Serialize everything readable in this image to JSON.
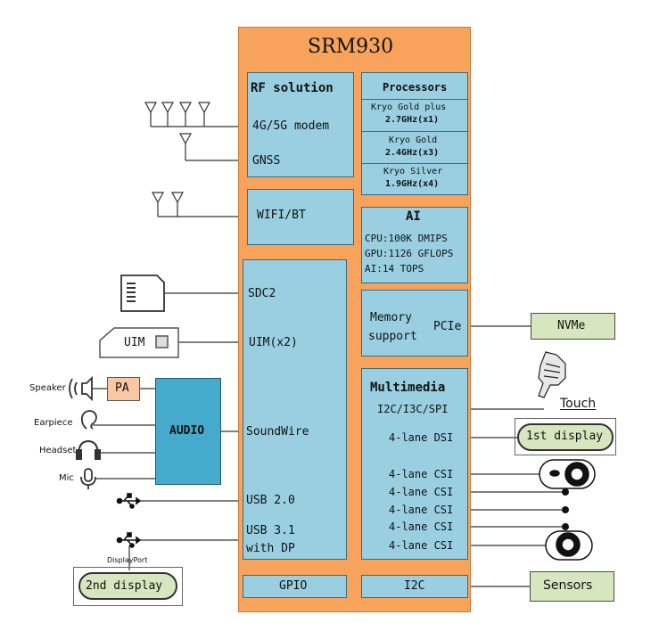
{
  "chip_title": "SRM930",
  "rf": {
    "title": "RF solution",
    "modem": "4G/5G modem",
    "gnss": "GNSS"
  },
  "processors": {
    "title": "Processors",
    "cores": [
      {
        "name": "Kryo Gold plus",
        "freq": "2.7GHz(x1)"
      },
      {
        "name": "Kryo Gold",
        "freq": "2.4GHz(x3)"
      },
      {
        "name": "Kryo Silver",
        "freq": "1.9GHz(x4)"
      }
    ]
  },
  "wifi": "WIFI/BT",
  "ai": {
    "title": "AI",
    "cpu": "CPU:100K DMIPS",
    "gpu": "GPU:1126 GFLOPS",
    "ai": "AI:14 TOPS"
  },
  "io": {
    "sdc": "SDC2",
    "uim": "UIM(x2)",
    "soundwire": "SoundWire",
    "usb2": "USB 2.0",
    "usb3_line1": "USB 3.1",
    "usb3_line2": "with DP"
  },
  "memory": {
    "line1": "Memory",
    "line2": "support",
    "pcie": "PCIe"
  },
  "nvme": "NVMe",
  "multimedia": {
    "title": "Multimedia",
    "i2c": "I2C/I3C/SPI",
    "dsi": "4-lane DSI",
    "csi": [
      "4-lane CSI",
      "4-lane CSI",
      "4-lane CSI",
      "4-lane CSI",
      "4-lane CSI"
    ]
  },
  "touch": "Touch",
  "display1": "1st display",
  "display2": "2nd display",
  "displayport": "DisplayPort",
  "gpio": "GPIO",
  "i2c_bottom": "I2C",
  "sensors": "Sensors",
  "uim_card": "UIM",
  "pa": "PA",
  "audio": "AUDIO",
  "audio_devices": {
    "speaker": "Speaker",
    "earpiece": "Earpiece",
    "headset": "Headset",
    "mic": "Mic"
  }
}
